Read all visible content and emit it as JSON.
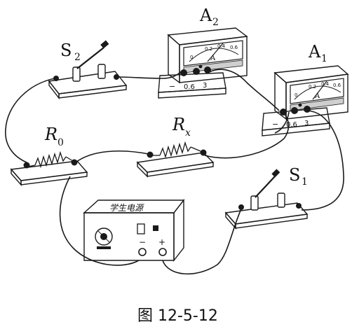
{
  "figure": {
    "caption": "图 12-5-12"
  },
  "labels": {
    "a2": "A",
    "a2_sub": "2",
    "a1": "A",
    "a1_sub": "1",
    "s2": "S",
    "s2_sub": "2",
    "s1": "S",
    "s1_sub": "1",
    "r0": "R",
    "r0_sub": "0",
    "rx": "R",
    "rx_sub": "x"
  },
  "ammeter_a2": {
    "unit": "A",
    "scale_0": "0",
    "scale_1": "0.2",
    "scale_2": "0.4",
    "scale_3": "0.6",
    "term_minus": "−",
    "term_mid": "0.6",
    "term_high": "3"
  },
  "ammeter_a1": {
    "unit": "A",
    "scale_0": "0",
    "scale_1": "0.2",
    "scale_2": "0.4",
    "scale_3": "0.6",
    "term_minus": "−",
    "term_mid": "0.6",
    "term_high": "3"
  },
  "power_supply": {
    "name": "学生电源",
    "term_minus": "−",
    "term_plus": "+"
  }
}
